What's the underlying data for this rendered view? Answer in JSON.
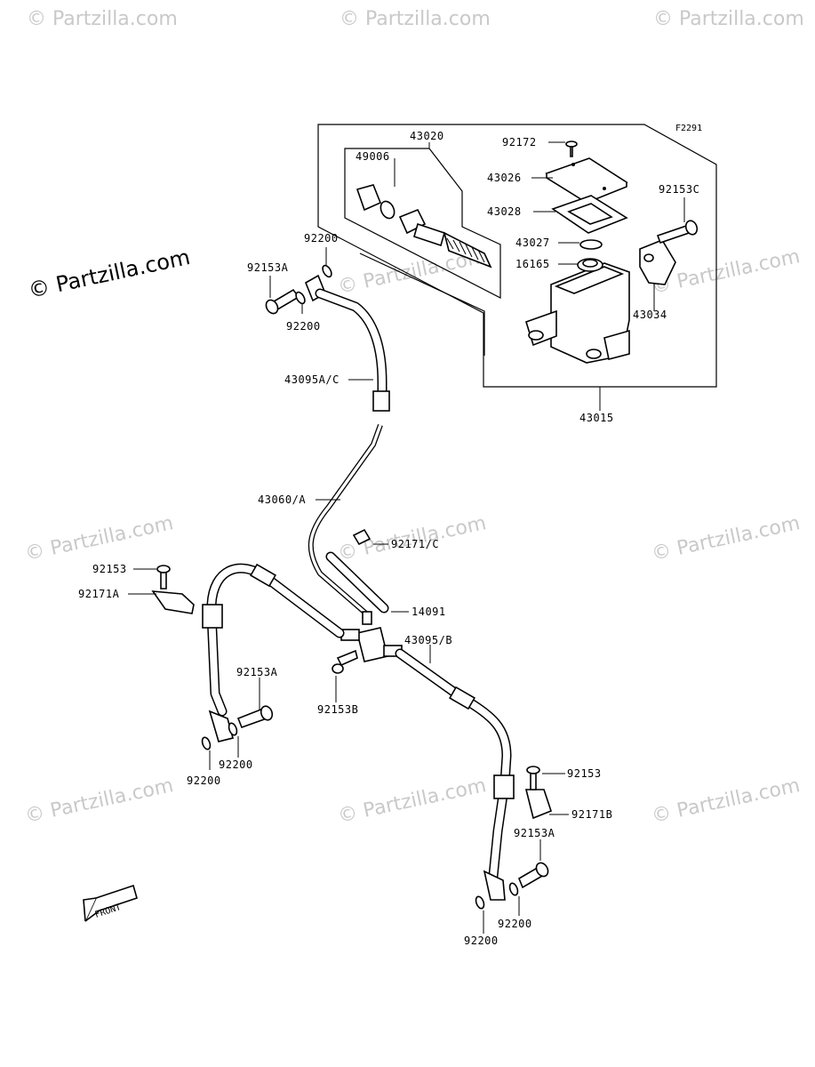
{
  "figure_code": "F2291",
  "copyright_main": "© Partzilla.com",
  "watermark": "© Partzilla.com",
  "front_label": "FRONT",
  "labels": {
    "p43020": "43020",
    "p92172": "92172",
    "p49006": "49006",
    "p43026": "43026",
    "p92153C": "92153C",
    "p43028": "43028",
    "p92200_top": "92200",
    "p43027": "43027",
    "p92153A_top": "92153A",
    "p16165": "16165",
    "p92200_top2": "92200",
    "p43034": "43034",
    "p43095AC": "43095A/C",
    "p43015": "43015",
    "p43060A": "43060/A",
    "p92171C": "92171/C",
    "p92153_left": "92153",
    "p92171A": "92171A",
    "p14091": "14091",
    "p43095B": "43095/B",
    "p92153A_left": "92153A",
    "p92153B": "92153B",
    "p92200_left1": "92200",
    "p92200_left2": "92200",
    "p92153_right": "92153",
    "p92171B": "92171B",
    "p92153A_right": "92153A",
    "p92200_right1": "92200",
    "p92200_right2": "92200"
  }
}
